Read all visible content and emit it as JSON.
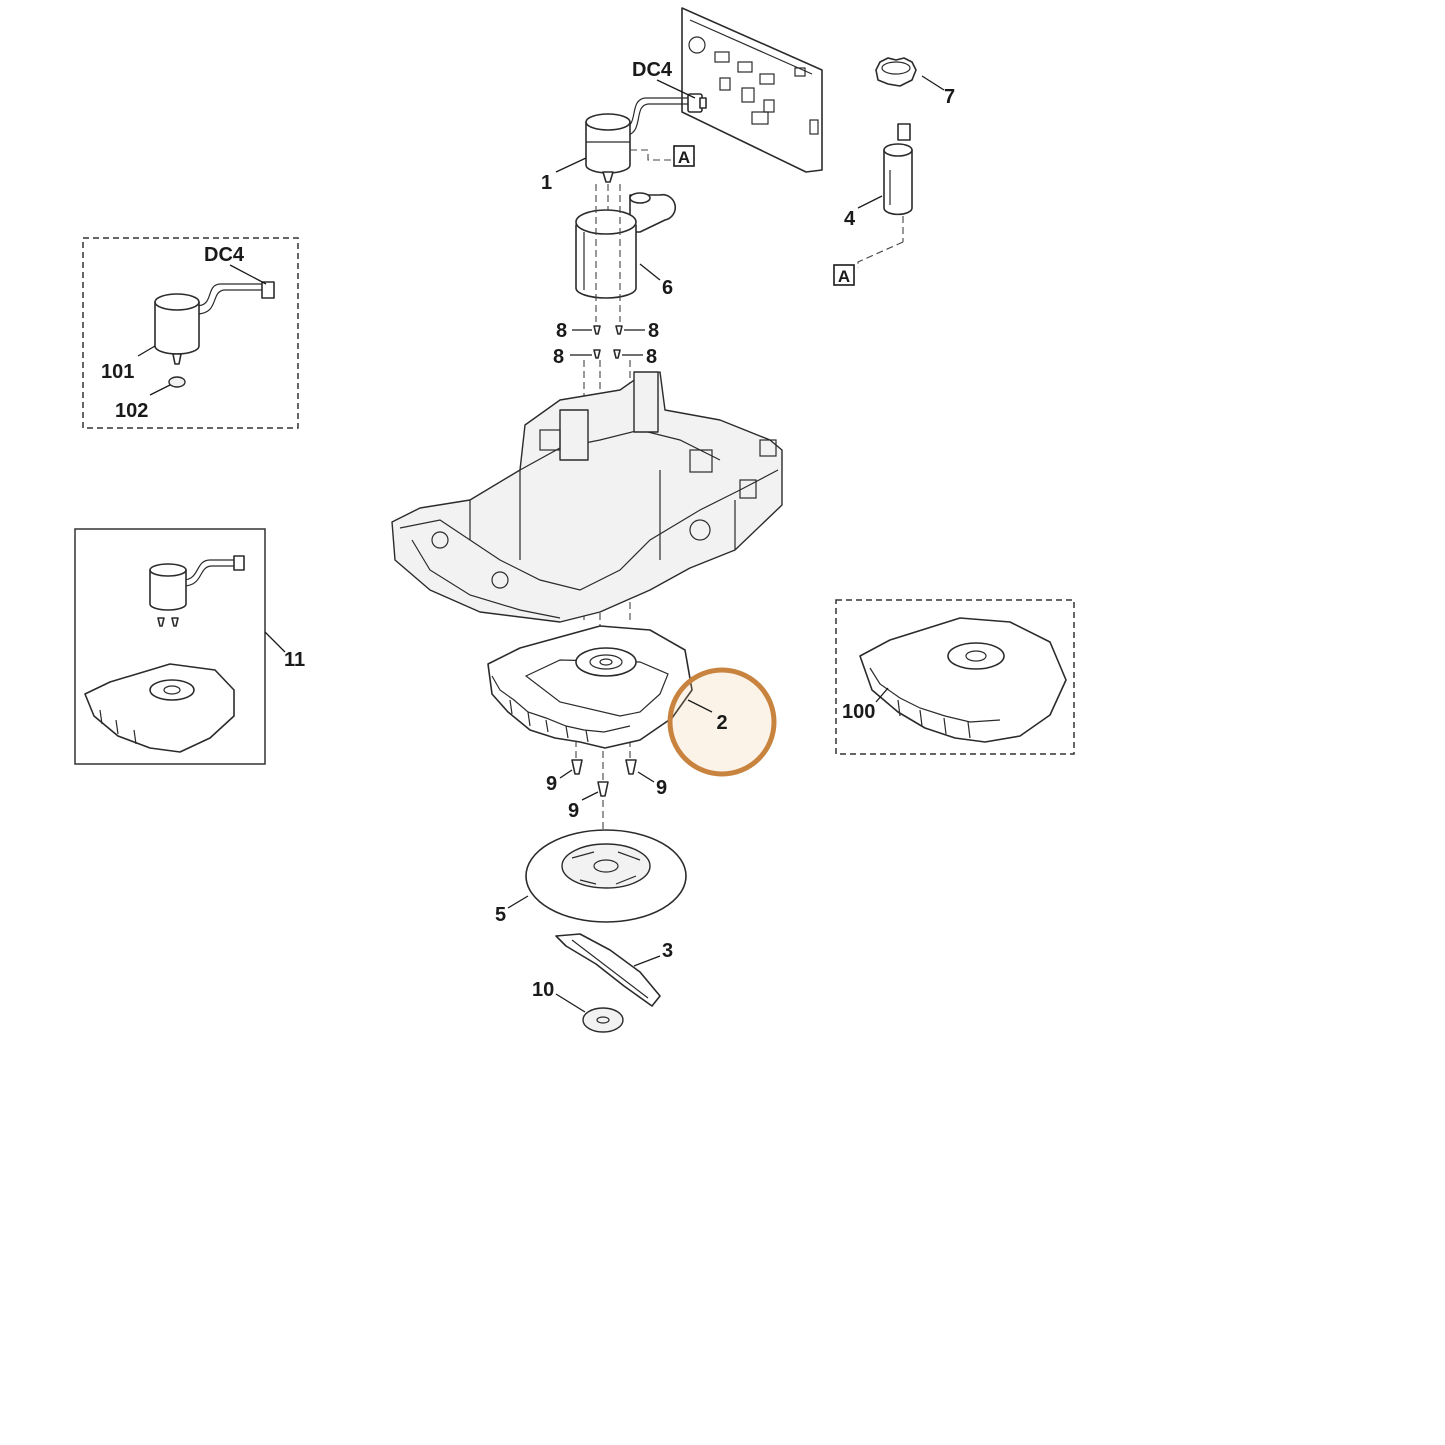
{
  "callouts": {
    "dc4_top": "DC4",
    "p1": "1",
    "ref_a_top": "A",
    "p7": "7",
    "p4": "4",
    "ref_a_right": "A",
    "p6": "6",
    "p8_a": "8",
    "p8_b": "8",
    "p8_c": "8",
    "p8_d": "8",
    "dc4_box": "DC4",
    "p101": "101",
    "p102": "102",
    "p11": "11",
    "p2": "2",
    "p100": "100",
    "p9_a": "9",
    "p9_b": "9",
    "p9_c": "9",
    "p5": "5",
    "p3": "3",
    "p10": "10"
  },
  "highlight": {
    "part": "2",
    "color": "#c8833f"
  }
}
